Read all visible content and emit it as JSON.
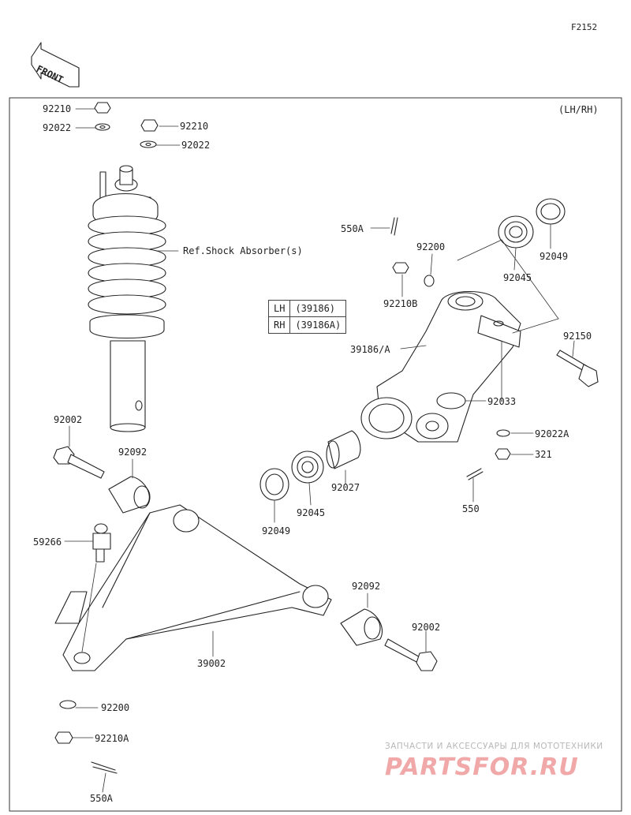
{
  "diagram_code": "F2152",
  "side_note": "(LH/RH)",
  "front_label": "FRONT",
  "shock_ref": "Ref.Shock Absorber(s)",
  "ref_table": [
    {
      "side": "LH",
      "part": "(39186)"
    },
    {
      "side": "RH",
      "part": "(39186A)"
    }
  ],
  "callouts": {
    "c92210_top": "92210",
    "c92022_top": "92022",
    "c92210_mid": "92210",
    "c92022_mid": "92022",
    "c550A_top": "550A",
    "c92200_top": "92200",
    "c92210B": "92210B",
    "c92049_top": "92049",
    "c92045_top": "92045",
    "c92150": "92150",
    "c39186A": "39186/A",
    "c92033": "92033",
    "c92022A": "92022A",
    "c321": "321",
    "c550": "550",
    "c92027": "92027",
    "c92045_bot": "92045",
    "c92049_bot": "92049",
    "c92002_top": "92002",
    "c92092_top": "92092",
    "c59266": "59266",
    "c92092_bot": "92092",
    "c92002_bot": "92002",
    "c39002": "39002",
    "c92200_bot": "92200",
    "c92210A": "92210A",
    "c550A_bot": "550A"
  },
  "watermark": {
    "line1": "ЗАПЧАСТИ И АКСЕССУАРЫ ДЛЯ МОТОТЕХНИКИ",
    "line2": "PARTSFOR.RU"
  }
}
